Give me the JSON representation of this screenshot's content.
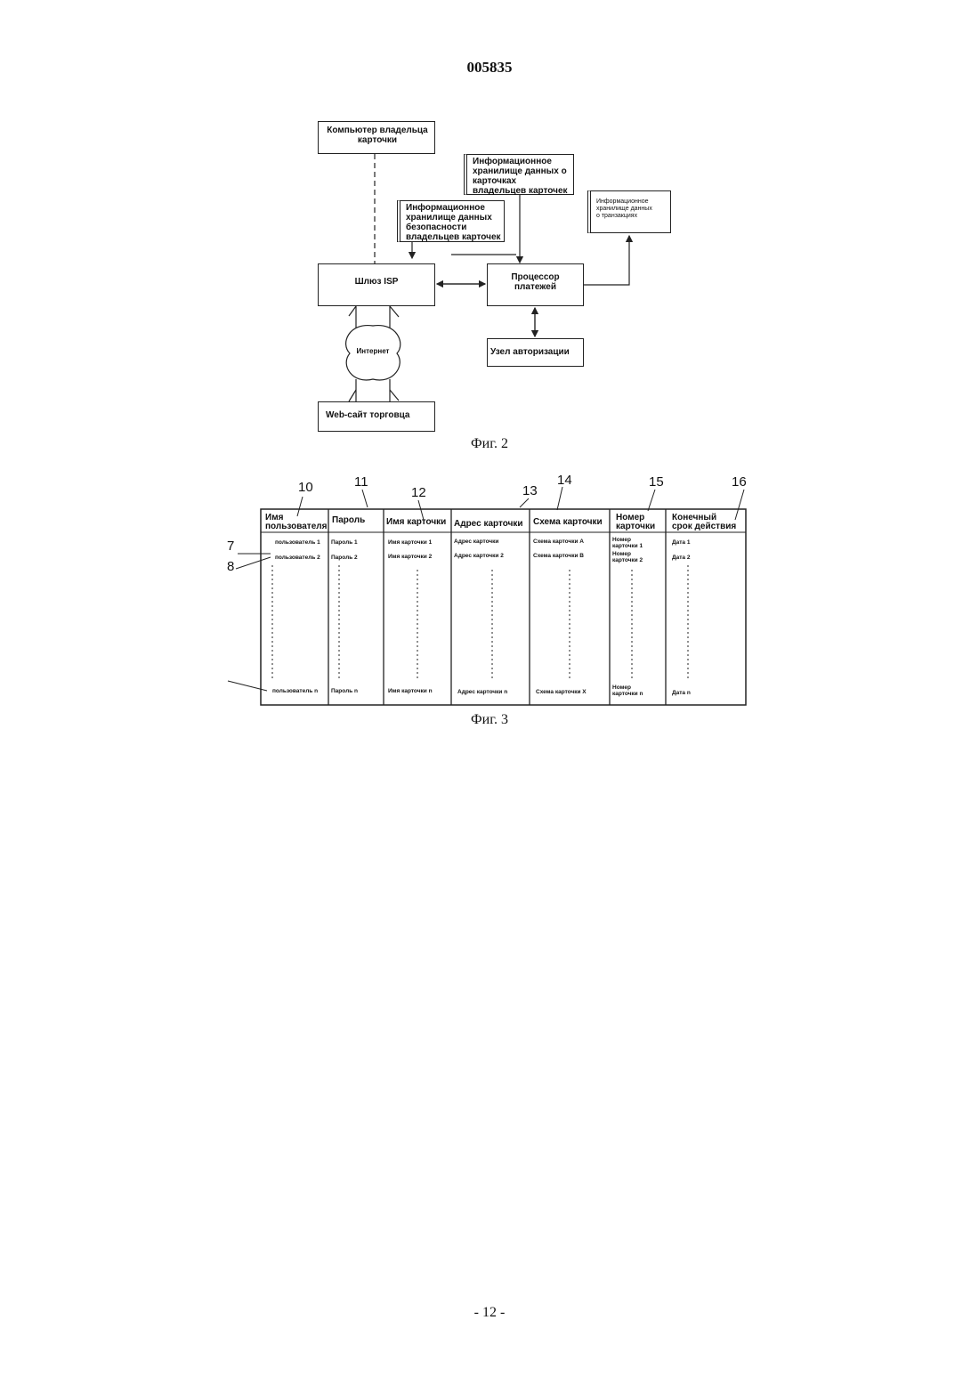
{
  "header": {
    "doc_number": "005835"
  },
  "fig2": {
    "caption": "Фиг. 2",
    "cardholder_computer": [
      "Компьютер владельца",
      "карточки"
    ],
    "card_data_store": [
      "Информационное",
      "хранилище данных о",
      "карточках",
      "владельцев карточек"
    ],
    "security_data_store": [
      "Информационное",
      "хранилище данных",
      "безопасности",
      "владельцев карточек"
    ],
    "transaction_data_store": [
      "Информационное",
      "хранилище данных",
      "о транзакциях"
    ],
    "isp_gateway": "Шлюз ISP",
    "payment_processor": [
      "Процессор",
      "платежей"
    ],
    "internet": "Интернет",
    "authorization_node": "Узел авторизации",
    "merchant_website": "Web-сайт торговца"
  },
  "fig3": {
    "caption": "Фиг. 3",
    "ref_numbers": {
      "c10": "10",
      "c11": "11",
      "c12": "12",
      "c13": "13",
      "c14": "14",
      "c15": "15",
      "c16": "16",
      "r7": "7",
      "r8": "8"
    },
    "columns": [
      [
        "Имя",
        "пользователя"
      ],
      [
        "Пароль"
      ],
      [
        "Имя карточки"
      ],
      [
        "Адрес карточки"
      ],
      [
        "Схема карточки"
      ],
      [
        "Номер",
        "карточки"
      ],
      [
        "Конечный",
        "срок действия"
      ]
    ],
    "rows": {
      "first": [
        [
          "пользователь 1"
        ],
        [
          "Пароль 1"
        ],
        [
          "Имя карточки 1"
        ],
        [
          "Адрес карточки"
        ],
        [
          "Схема карточки А"
        ],
        [
          "Номер",
          "карточки 1"
        ],
        [
          "Дата 1"
        ]
      ],
      "second": [
        [
          "пользователь 2"
        ],
        [
          "Пароль 2"
        ],
        [
          "Имя карточки 2"
        ],
        [
          "Адрес карточки 2"
        ],
        [
          "Схема карточки В"
        ],
        [
          "Номер",
          "карточки 2"
        ],
        [
          "Дата 2"
        ]
      ],
      "last": [
        [
          "пользователь n"
        ],
        [
          "Пароль n"
        ],
        [
          "Имя карточки n"
        ],
        [
          "Адрес карточки n"
        ],
        [
          "Схема карточки X"
        ],
        [
          "Номер",
          "карточки n"
        ],
        [
          "Дата n"
        ]
      ]
    }
  },
  "footer": {
    "page_number": "- 12 -"
  }
}
